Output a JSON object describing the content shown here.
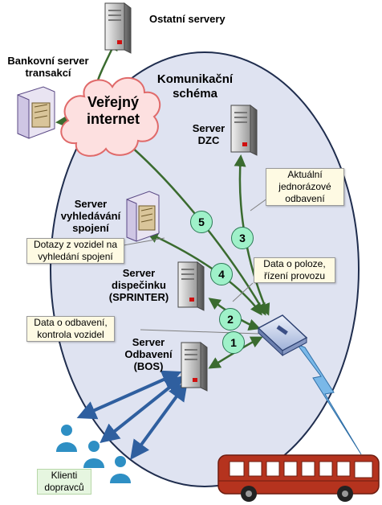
{
  "diagram": {
    "title": "Komunikační schéma",
    "cloud_label": "Veřejný internet",
    "nodes": {
      "other_servers": "Ostatní servery",
      "bank_server": "Bankovní server transakcí",
      "dzc_server": "Server DZC",
      "route_search_server": "Server vyhledávání spojení",
      "dispatch_server": "Server dispečinku (SPRINTER)",
      "bos_server": "Server Odbavení (BOS)",
      "clients": "Klienti dopravců"
    },
    "callouts": {
      "fares": "Aktuální jednorázové odbavení",
      "queries": "Dotazy z vozidel na vyhledání spojení",
      "position": "Data o poloze, řízení provozu",
      "validation": "Data o odbavení, kontrola vozidel"
    },
    "badges": [
      "1",
      "2",
      "3",
      "4",
      "5"
    ]
  },
  "colors": {
    "ellipse_fill": "#dfe3f1",
    "ellipse_stroke": "#1f2d4e",
    "arrow_green": "#3a6b2f",
    "arrow_blue": "#2f5f9f",
    "cloud_fill": "#fde0e0",
    "cloud_stroke": "#e06a6a",
    "badge_fill": "#9ff1c9",
    "callout_fill": "#fefae3",
    "bus_red": "#b5331e",
    "client_blue": "#2e8fc4"
  }
}
